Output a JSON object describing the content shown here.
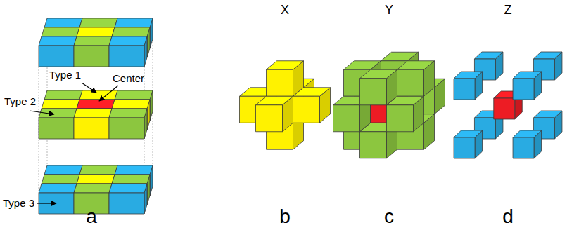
{
  "diagram": {
    "labels": [
      "X",
      "Y",
      "Z",
      "Type 1",
      "Center",
      "Type 2",
      "Type 3",
      "a",
      "b",
      "c",
      "d"
    ]
  }
}
